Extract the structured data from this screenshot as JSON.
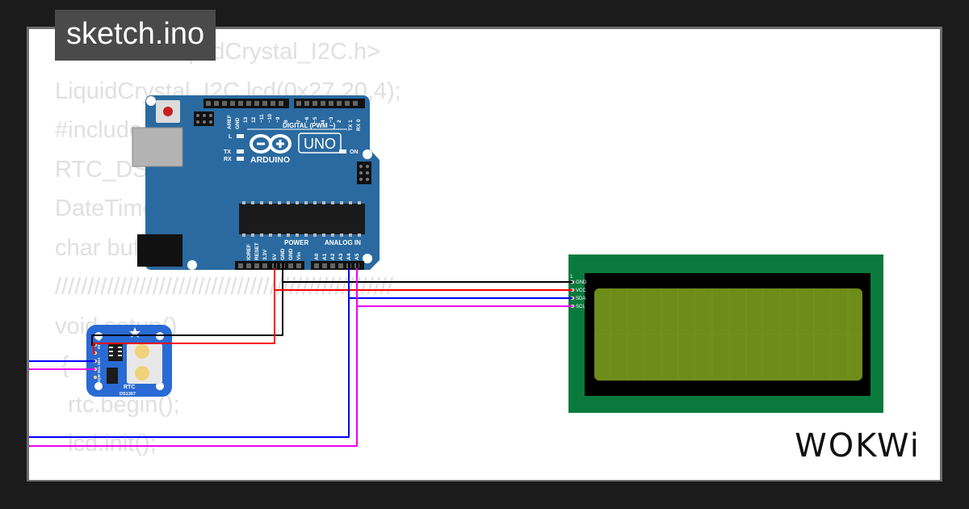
{
  "sketch": {
    "filename": "sketch.ino"
  },
  "code": {
    "lines": [
      "#include <LiquidCrystal_I2C.h>",
      "LiquidCrystal_I2C lcd(0x27,20,4);",
      "#include <RTClib.h>",
      "RTC_DS1307 rtc;",
      "DateTime now;",
      "char buffer[20],buffer2[8];",
      "////////////////////////////////////////////////////",
      "void setup()",
      " {",
      "  rtc.begin();",
      "  lcd.init();"
    ]
  },
  "arduino": {
    "board_name": "UNO",
    "brand": "ARDUINO",
    "digital_label": "DIGITAL (PWM ~)",
    "power_label": "POWER",
    "analog_label": "ANALOG IN",
    "led_labels": {
      "l": "L",
      "tx": "TX",
      "rx": "RX",
      "on": "ON"
    },
    "top_pins": [
      "AREF",
      "GND",
      "13",
      "12",
      "~11",
      "~10",
      "~9",
      "8",
      "7",
      "~6",
      "~5",
      "4",
      "~3",
      "2",
      "TX 1",
      "RX 0"
    ],
    "power_pins": [
      "IOREF",
      "RESET",
      "3.3V",
      "5V",
      "GND",
      "GND",
      "Vin"
    ],
    "analog_pins": [
      "A0",
      "A1",
      "A2",
      "A3",
      "A4",
      "A5"
    ]
  },
  "rtc": {
    "name": "RTC",
    "model": "DS1307",
    "pins": [
      "GND",
      "5V",
      "SDA",
      "SCL",
      "SQW"
    ]
  },
  "lcd": {
    "pin1": "1",
    "pins": [
      "GND",
      "VCC",
      "SDA",
      "SCL"
    ]
  },
  "logo": {
    "text": "WOKWi"
  },
  "colors": {
    "board": "#2a6aa0",
    "lcd_pcb": "#0a7a3c",
    "lcd_screen": "#6d8c1a",
    "wire_gnd": "#000000",
    "wire_vcc": "#ff0000",
    "wire_sda": "#0000ff",
    "wire_scl": "#ee00ee"
  }
}
